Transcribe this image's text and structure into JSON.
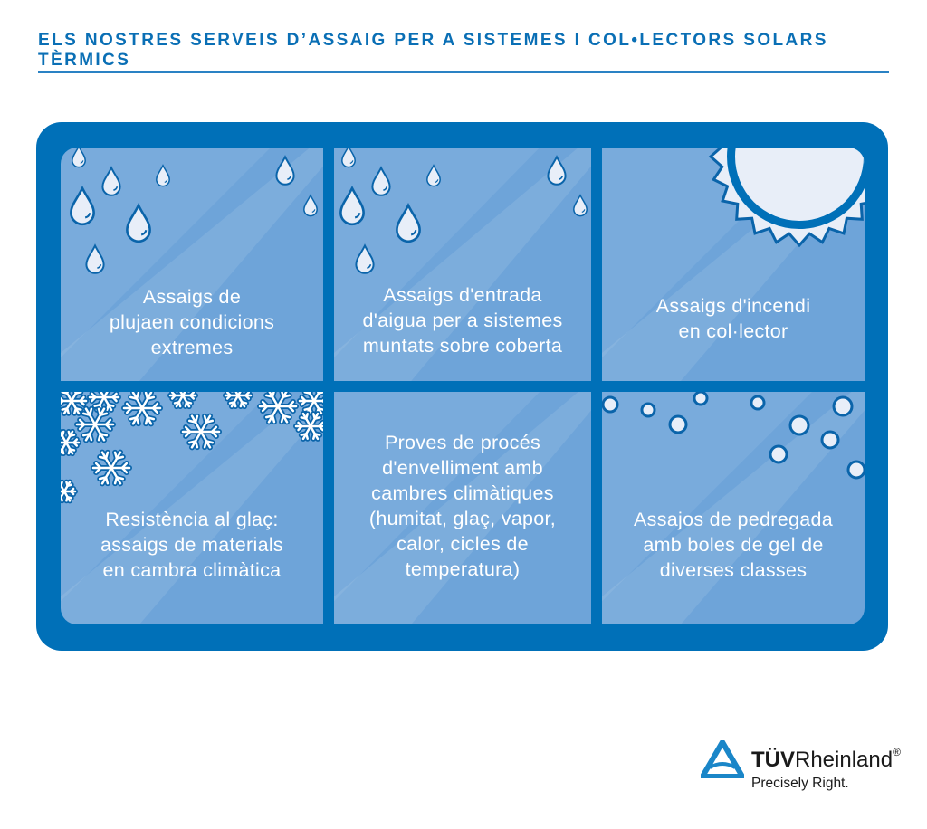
{
  "title": "ELS NOSTRES SERVEIS D’ASSAIG PER A SISTEMES I COL•LECTORS SOLARS TÈRMICS",
  "panels": [
    {
      "icon": "raindrop-icon",
      "lines": [
        "Assaigs de",
        "plujaen condicions",
        "extremes"
      ]
    },
    {
      "icon": "raindrop-icon",
      "lines": [
        "Assaigs d'entrada",
        "d'aigua per a sistemes",
        "muntats sobre coberta"
      ]
    },
    {
      "icon": "sun-icon",
      "lines": [
        "Assaigs d'incendi",
        "en col·lector"
      ]
    },
    {
      "icon": "snowflake-icon",
      "lines": [
        "Resistència al glaç:",
        "assaigs de materials",
        "en cambra climàtica"
      ]
    },
    {
      "icon": "none",
      "lines": [
        "Proves de procés",
        "d'envelliment amb",
        "cambres climàtiques",
        "(humitat, glaç, vapor,",
        "calor, cicles de",
        "temperatura)"
      ]
    },
    {
      "icon": "hailstone-icon",
      "lines": [
        "Assajos de pedregada",
        "amb boles de gel de",
        "diverses classes"
      ]
    }
  ],
  "logo": {
    "brand_bold": "TÜV",
    "brand_rest": "Rheinland",
    "registered": "®",
    "tagline": "Precisely Right."
  },
  "colors": {
    "accent": "#0070b8",
    "panel": "#6ea4d9",
    "title": "#0a6fb5"
  }
}
